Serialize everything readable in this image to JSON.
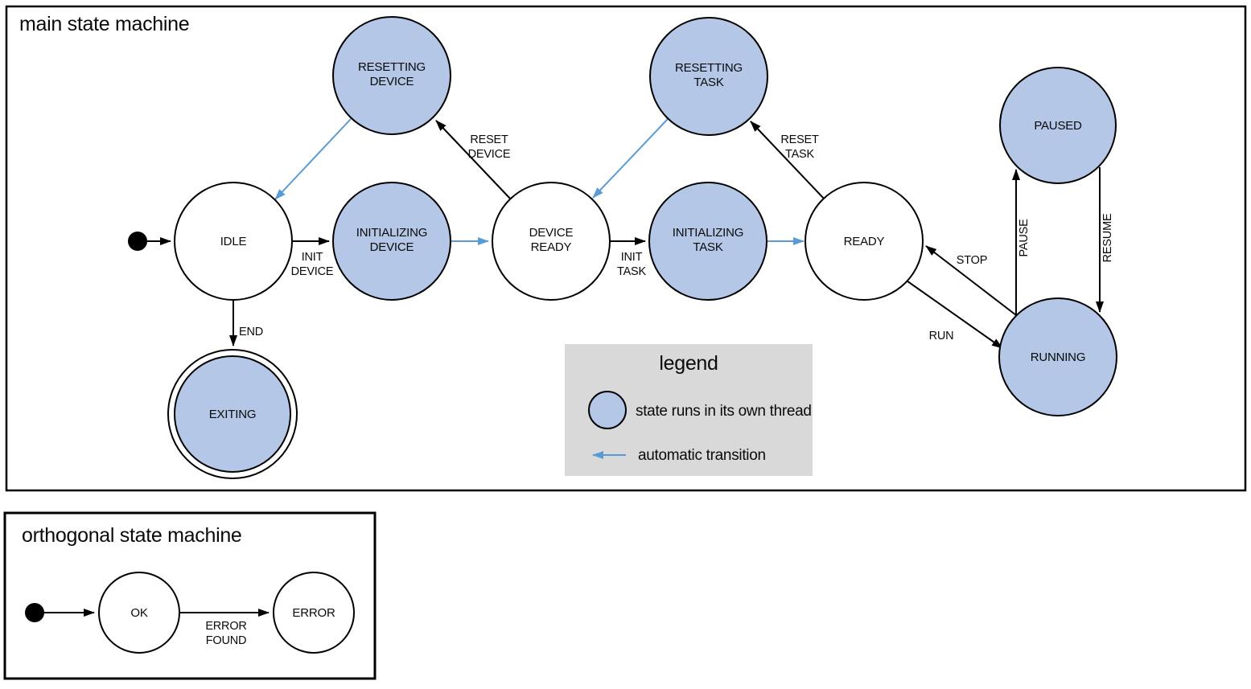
{
  "colors": {
    "state_fill": "#b4c7e7",
    "auto_arrow": "#5b9bd5",
    "legend_bg": "#d9d9d9",
    "stroke": "#000000"
  },
  "main": {
    "title": "main state machine",
    "states": {
      "idle": [
        "IDLE"
      ],
      "resetting_device": [
        "RESETTING",
        "DEVICE"
      ],
      "initializing_device": [
        "INITIALIZING",
        "DEVICE"
      ],
      "device_ready": [
        "DEVICE",
        "READY"
      ],
      "resetting_task": [
        "RESETTING",
        "TASK"
      ],
      "initializing_task": [
        "INITIALIZING",
        "TASK"
      ],
      "ready": [
        "READY"
      ],
      "paused": [
        "PAUSED"
      ],
      "running": [
        "RUNNING"
      ],
      "exiting": [
        "EXITING"
      ]
    },
    "transitions": {
      "init_device": [
        "INIT",
        "DEVICE"
      ],
      "reset_device": [
        "RESET",
        "DEVICE"
      ],
      "init_task": [
        "INIT",
        "TASK"
      ],
      "reset_task": [
        "RESET",
        "TASK"
      ],
      "end": "END",
      "stop": "STOP",
      "run": "RUN",
      "pause": "PAUSE",
      "resume": "RESUME"
    }
  },
  "legend": {
    "title": "legend",
    "state_item": "state runs in its own thread",
    "arrow_item": "automatic transition"
  },
  "orthogonal": {
    "title": "orthogonal state machine",
    "states": {
      "ok": "OK",
      "error": "ERROR"
    },
    "transitions": {
      "error_found": [
        "ERROR",
        "FOUND"
      ]
    }
  }
}
